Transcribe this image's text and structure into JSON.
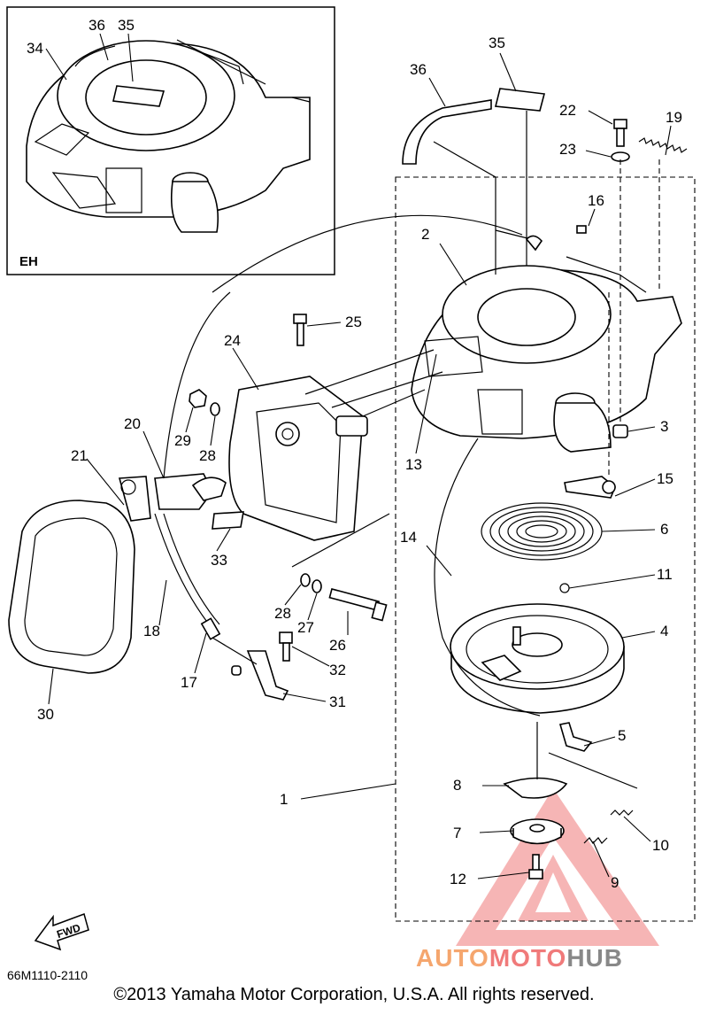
{
  "inset": {
    "tag": "EH"
  },
  "callouts": [
    "1",
    "2",
    "3",
    "4",
    "5",
    "6",
    "7",
    "8",
    "9",
    "10",
    "11",
    "12",
    "13",
    "14",
    "15",
    "16",
    "17",
    "18",
    "19",
    "20",
    "21",
    "22",
    "23",
    "24",
    "25",
    "26",
    "27",
    "28",
    "28",
    "29",
    "30",
    "31",
    "32",
    "33",
    "34",
    "35",
    "35",
    "36",
    "36"
  ],
  "arrow_label": "FWD",
  "drawing_code": "66M1110-2110",
  "copyright": "©2013 Yamaha Motor Corporation, U.S.A. All rights reserved.",
  "watermark": {
    "part1": "AUTO",
    "part2": "MOTO",
    "part3": "HUB"
  },
  "colors": {
    "watermark_orange": "#f5a66e",
    "watermark_red": "#f07a7a",
    "watermark_gray": "#888888"
  }
}
